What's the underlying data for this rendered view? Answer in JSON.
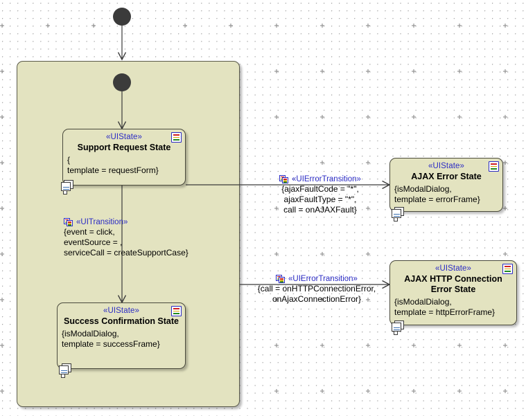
{
  "diagram": {
    "kind": "uml-state-machine",
    "composite_fill": "#e3e3c0",
    "stereotype_color": "#2b2bc4",
    "edge_color": "#3a3a3a"
  },
  "pseudostates": [
    {
      "name": "outer-initial-state",
      "label": ""
    },
    {
      "name": "inner-initial-state",
      "label": ""
    }
  ],
  "states": [
    {
      "id": "support_request",
      "stereotype": "«UIState»",
      "name": "Support Request State",
      "body": "{\ntemplate = requestForm}",
      "badge": "properties-badge",
      "doc_icon": "diagram-icon"
    },
    {
      "id": "success_confirmation",
      "stereotype": "«UIState»",
      "name": "Success Confirmation\nState",
      "body": "{isModalDialog,\ntemplate = successFrame}",
      "badge": "properties-badge",
      "doc_icon": "diagram-icon"
    },
    {
      "id": "ajax_error",
      "stereotype": "«UIState»",
      "name": "AJAX Error State",
      "body": "{isModalDialog,\ntemplate = errorFrame}",
      "badge": "properties-badge",
      "doc_icon": "diagram-icon"
    },
    {
      "id": "ajax_http_error",
      "stereotype": "«UIState»",
      "name": "AJAX HTTP Connection\nError State",
      "body": "{isModalDialog,\ntemplate = httpErrorFrame}",
      "badge": "properties-badge",
      "doc_icon": "diagram-icon"
    }
  ],
  "transitions": [
    {
      "id": "ui_transition",
      "stereotype": "«UITransition»",
      "body": "{event = click,\neventSource = ,\nserviceCall = createSupportCase}",
      "from": "support_request",
      "to": "success_confirmation"
    },
    {
      "id": "ajax_fault_transition",
      "stereotype": "«UIErrorTransition»",
      "body": "{ajaxFaultCode = \"*\",\najaxFaultType = \"*\",\ncall = onAJAXFault}",
      "from": "support_request",
      "to": "ajax_error"
    },
    {
      "id": "http_connection_error_transition",
      "stereotype": "«UIErrorTransition»",
      "body": "{call = onHTTPConnectionError,\nonAjaxConnectionError}",
      "from": "support_request",
      "to": "ajax_http_error"
    }
  ]
}
